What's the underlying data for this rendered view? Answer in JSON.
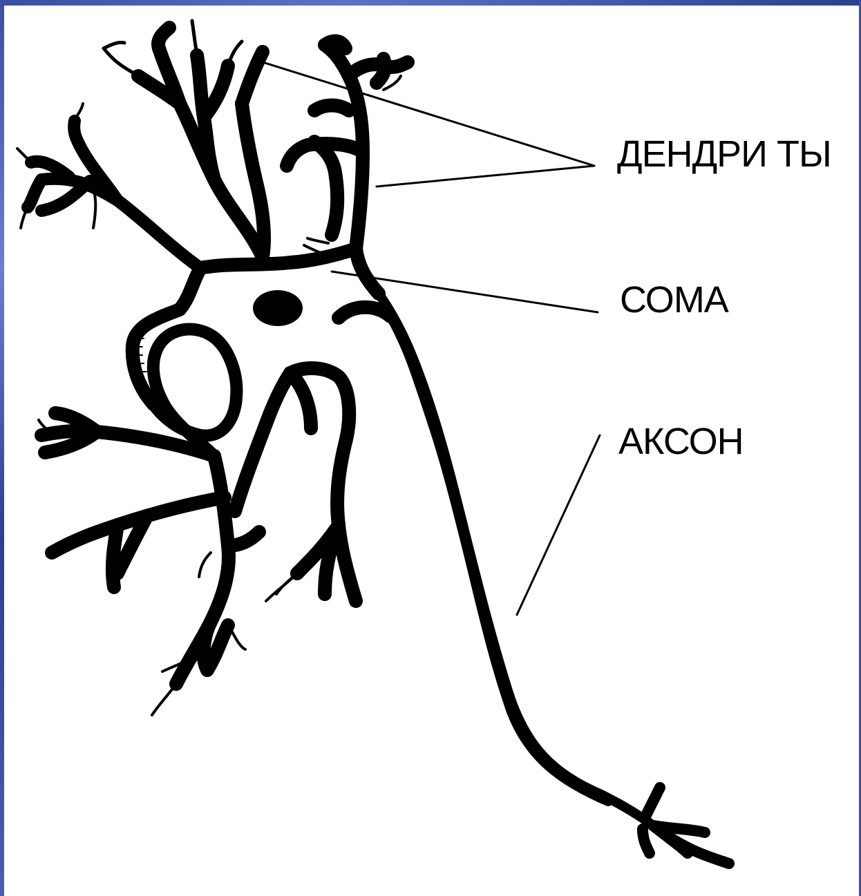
{
  "labels": {
    "dendrites": "ДЕНДРИ ТЫ",
    "soma": "СОМА",
    "axon": "АКСОН"
  },
  "colors": {
    "ink": "#000000",
    "background": "#ffffff",
    "frame": "#3a4fa0"
  }
}
